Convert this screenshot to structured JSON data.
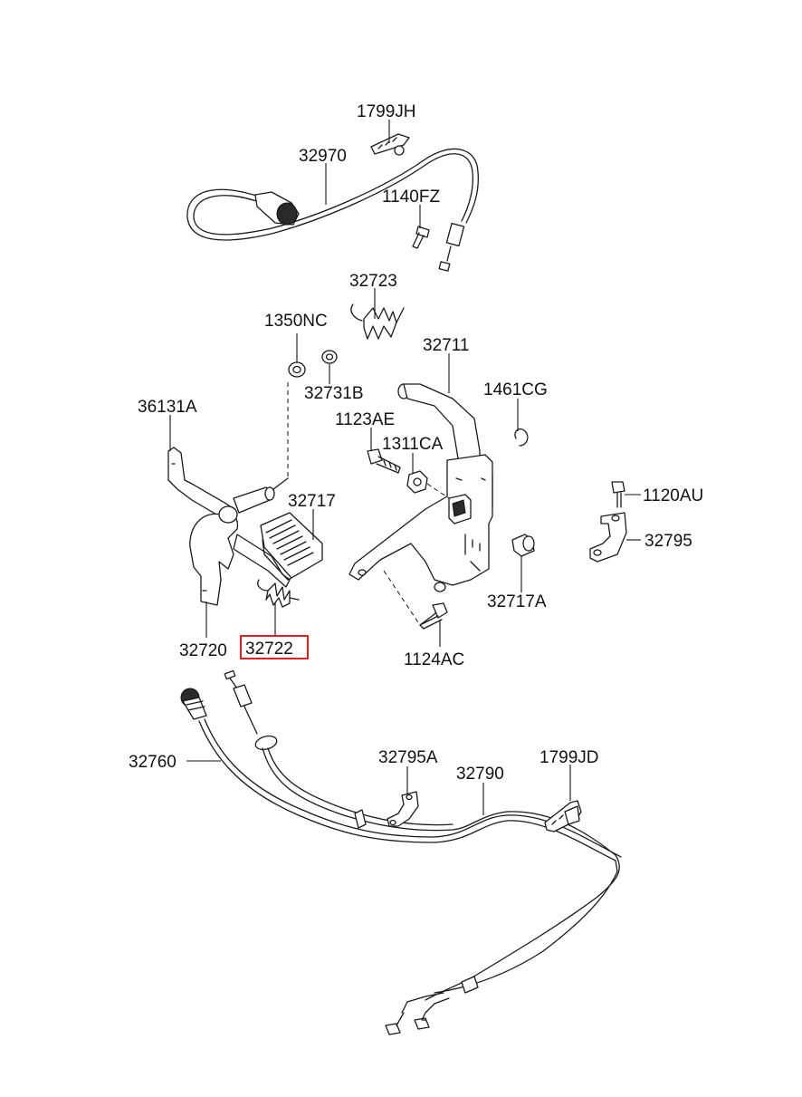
{
  "diagram": {
    "parts": [
      {
        "id": "p-1799JH",
        "label": "1799JH"
      },
      {
        "id": "p-32970",
        "label": "32970"
      },
      {
        "id": "p-1140FZ",
        "label": "1140FZ"
      },
      {
        "id": "p-32723",
        "label": "32723"
      },
      {
        "id": "p-1350NC",
        "label": "1350NC"
      },
      {
        "id": "p-32711",
        "label": "32711"
      },
      {
        "id": "p-32731B",
        "label": "32731B"
      },
      {
        "id": "p-1461CG",
        "label": "1461CG"
      },
      {
        "id": "p-36131A",
        "label": "36131A"
      },
      {
        "id": "p-1123AE",
        "label": "1123AE"
      },
      {
        "id": "p-1311CA",
        "label": "1311CA"
      },
      {
        "id": "p-32717",
        "label": "32717"
      },
      {
        "id": "p-1120AU",
        "label": "1120AU"
      },
      {
        "id": "p-32795",
        "label": "32795"
      },
      {
        "id": "p-32717A",
        "label": "32717A"
      },
      {
        "id": "p-32720",
        "label": "32720"
      },
      {
        "id": "p-32722",
        "label": "32722",
        "highlighted": true
      },
      {
        "id": "p-1124AC",
        "label": "1124AC"
      },
      {
        "id": "p-32760",
        "label": "32760"
      },
      {
        "id": "p-32795A",
        "label": "32795A"
      },
      {
        "id": "p-32790",
        "label": "32790"
      },
      {
        "id": "p-1799JD",
        "label": "1799JD"
      }
    ],
    "highlight_color": "#e02020"
  }
}
